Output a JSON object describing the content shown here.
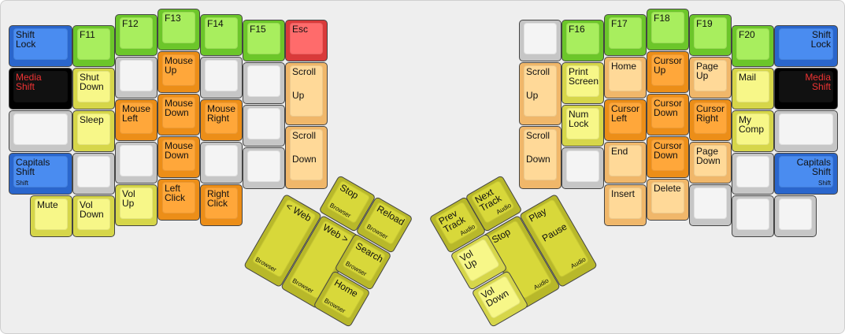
{
  "colors": {
    "blue": [
      "#2a66cc",
      "#4a8cf0"
    ],
    "black": [
      "#000000",
      "#111111"
    ],
    "gray": [
      "#c6c6c6",
      "#f4f4f4"
    ],
    "yellow": [
      "#d6d64a",
      "#f7f788"
    ],
    "green": [
      "#6cc62a",
      "#a8ee5e"
    ],
    "red": [
      "#d93a3a",
      "#ff6b6b"
    ],
    "orange": [
      "#ec8e18",
      "#ffa73a"
    ],
    "peach": [
      "#f0b76a",
      "#ffd998"
    ],
    "olive": [
      "#b8b82a",
      "#d8d83a"
    ],
    "media_text": "#ee3333"
  },
  "keys": {
    "shift_lock_l": {
      "label": "Shift\nLock"
    },
    "f11": {
      "label": "F11"
    },
    "f12": {
      "label": "F12"
    },
    "f13": {
      "label": "F13"
    },
    "f14": {
      "label": "F14"
    },
    "f15": {
      "label": "F15"
    },
    "esc": {
      "label": "Esc"
    },
    "media_shift_l": {
      "label": "Media\nShift"
    },
    "shut_down": {
      "label": "Shut\nDown"
    },
    "mouse_up": {
      "label": "Mouse\nUp"
    },
    "scroll_up_l": {
      "label": "Scroll",
      "label2": "Up"
    },
    "sleep": {
      "label": "Sleep"
    },
    "mouse_left": {
      "label": "Mouse\nLeft"
    },
    "mouse_down_1": {
      "label": "Mouse\nDown"
    },
    "mouse_right": {
      "label": "Mouse\nRight"
    },
    "scroll_down_l": {
      "label": "Scroll",
      "label2": "Down"
    },
    "capitals_shift_l": {
      "label": "Capitals\nShift",
      "sub": "Shift"
    },
    "mouse_down_2": {
      "label": "Mouse\nDown"
    },
    "mute": {
      "label": "Mute"
    },
    "vol_down_l": {
      "label": "Vol\nDown"
    },
    "vol_up_l": {
      "label": "Vol\nUp"
    },
    "left_click": {
      "label": "Left\nClick"
    },
    "right_click": {
      "label": "Right\nClick"
    },
    "web_back": {
      "label": "< Web",
      "sub": "Browser"
    },
    "web_forward": {
      "label": "Web >",
      "sub": "Browser"
    },
    "stop_browser": {
      "label": "Stop",
      "sub": "Browser"
    },
    "reload": {
      "label": "Reload",
      "sub": "Browser"
    },
    "search": {
      "label": "Search",
      "sub": "Browser"
    },
    "home_browser": {
      "label": "Home",
      "sub": "Browser"
    },
    "prev_track": {
      "label": "Prev\nTrack",
      "sub": "Audio"
    },
    "next_track": {
      "label": "Next\nTrack",
      "sub": "Audio"
    },
    "stop_audio": {
      "label": "Stop",
      "sub": "Audio"
    },
    "play_pause": {
      "label": "Play",
      "label2": "Pause",
      "sub": "Audio"
    },
    "vol_up_r": {
      "label": "Vol\nUp"
    },
    "vol_down_r": {
      "label": "Vol\nDown"
    },
    "f16": {
      "label": "F16"
    },
    "f17": {
      "label": "F17"
    },
    "f18": {
      "label": "F18"
    },
    "f19": {
      "label": "F19"
    },
    "f20": {
      "label": "F20"
    },
    "shift_lock_r": {
      "label": "Shift\nLock"
    },
    "scroll_up_r": {
      "label": "Scroll",
      "label2": "Up"
    },
    "print_screen": {
      "label": "Print\nScreen"
    },
    "home": {
      "label": "Home"
    },
    "cursor_up": {
      "label": "Cursor\nUp"
    },
    "page_up": {
      "label": "Page\nUp"
    },
    "mail": {
      "label": "Mail"
    },
    "media_shift_r": {
      "label": "Media\nShift"
    },
    "num_lock": {
      "label": "Num\nLock"
    },
    "cursor_left": {
      "label": "Cursor\nLeft"
    },
    "cursor_down_1": {
      "label": "Cursor\nDown"
    },
    "cursor_right": {
      "label": "Cursor\nRight"
    },
    "my_comp": {
      "label": "My\nComp"
    },
    "scroll_down_r": {
      "label": "Scroll",
      "label2": "Down"
    },
    "end": {
      "label": "End"
    },
    "cursor_down_2": {
      "label": "Cursor\nDown"
    },
    "page_down": {
      "label": "Page\nDown"
    },
    "capitals_shift_r": {
      "label": "Capitals\nShift",
      "sub": "Shift"
    },
    "insert": {
      "label": "Insert"
    },
    "delete": {
      "label": "Delete"
    }
  }
}
